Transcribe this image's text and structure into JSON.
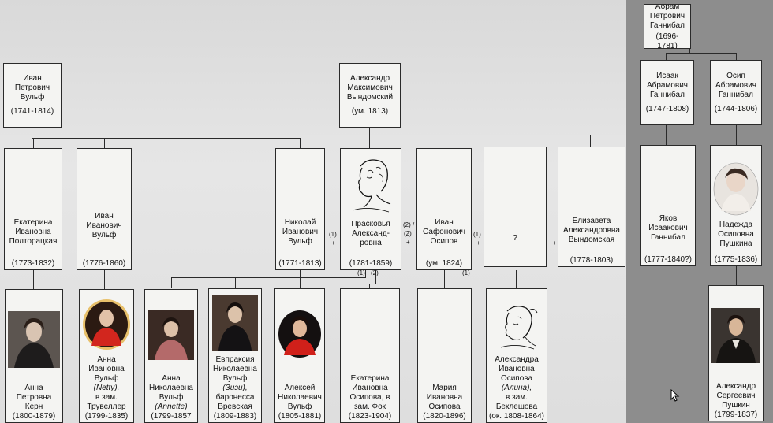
{
  "nodes": {
    "abram": {
      "name": "Абрам Петрович Ганнибал",
      "dates": "(1696-1781)"
    },
    "ivan_p": {
      "name": "Иван Петрович Вульф",
      "dates": "(1741-1814)"
    },
    "alexander_v": {
      "name": "Александр Максимович Вындомский",
      "dates": "(ум. 1813)"
    },
    "isaak": {
      "name": "Исаак Абрамович Ганнибал",
      "dates": "(1747-1808)"
    },
    "osip": {
      "name": "Осип Абрамович Ганнибал",
      "dates": "(1744-1806)"
    },
    "ekaterina_p": {
      "name": "Екатерина Ивановна Полторацкая",
      "dates": "(1773-1832)"
    },
    "ivan_i": {
      "name": "Иван Иванович Вульф",
      "dates": "(1776-1860)"
    },
    "nikolai": {
      "name": "Николай Иванович Вульф",
      "dates": "(1771-1813)"
    },
    "praskovia": {
      "name": "Прасковья Александ-ровна",
      "dates": "(1781-1859)"
    },
    "ivan_s": {
      "name": "Иван Сафонович Осипов",
      "dates": "(ум. 1824)"
    },
    "unknown": {
      "name": "?"
    },
    "elizaveta": {
      "name": "Елизавета Александровна Вындомская",
      "dates": "(1778-1803)"
    },
    "yakov": {
      "name": "Яков Исаакович Ганнибал",
      "dates": "(1777-1840?)"
    },
    "nadezhda": {
      "name": "Надежда Осиповна Пушкина",
      "dates": "(1775-1836)"
    },
    "anna_kern": {
      "name": "Анна Петровна Керн",
      "dates": "(1800-1879)"
    },
    "anna_i": {
      "l1": "Анна Ивановна Вульф",
      "nick": "(Netty),",
      "l2": "в зам. Трувеллер",
      "dates": "(1799-1835)"
    },
    "anna_n": {
      "l1": "Анна Николаевна Вульф",
      "nick": "(Annette)",
      "dates": "(1799-1857"
    },
    "evpraksia": {
      "l1": "Евпраксия Николаевна Вульф",
      "nick": "(Зизи),",
      "l2": "баронесса Вревская",
      "dates": "(1809-1883)"
    },
    "alexei": {
      "name": "Алексей Николаевич Вульф",
      "dates": "(1805-1881)"
    },
    "ekaterina_o": {
      "name": "Екатерина Ивановна Осипова, в зам. Фок",
      "dates": "(1823-1904)"
    },
    "maria": {
      "name": "Мария Ивановна Осипова",
      "dates": "(1820-1896)"
    },
    "alexandra": {
      "l1": "Александра Ивановна Осипова",
      "nick": "(Алина),",
      "l2": "в зам. Беклешова",
      "dates": "(ок. 1808-1864)"
    },
    "pushkin": {
      "name": "Александр Сергеевич Пушкин",
      "dates": "(1799-1837)"
    }
  },
  "marriage_markers": {
    "m1": "(1)",
    "m1_plus": "+",
    "m2": "(2) /",
    "m2b": "(2)",
    "m2_plus": "+",
    "m3": "(1)",
    "m3_plus": "+",
    "m4_plus": "+",
    "c1": "(1)",
    "c2": "(2)",
    "c3": "(1)"
  },
  "colors": {
    "node_fill": "#f4f4f2",
    "line": "#2a2a2a",
    "right_panel": "#8d8d8d"
  }
}
